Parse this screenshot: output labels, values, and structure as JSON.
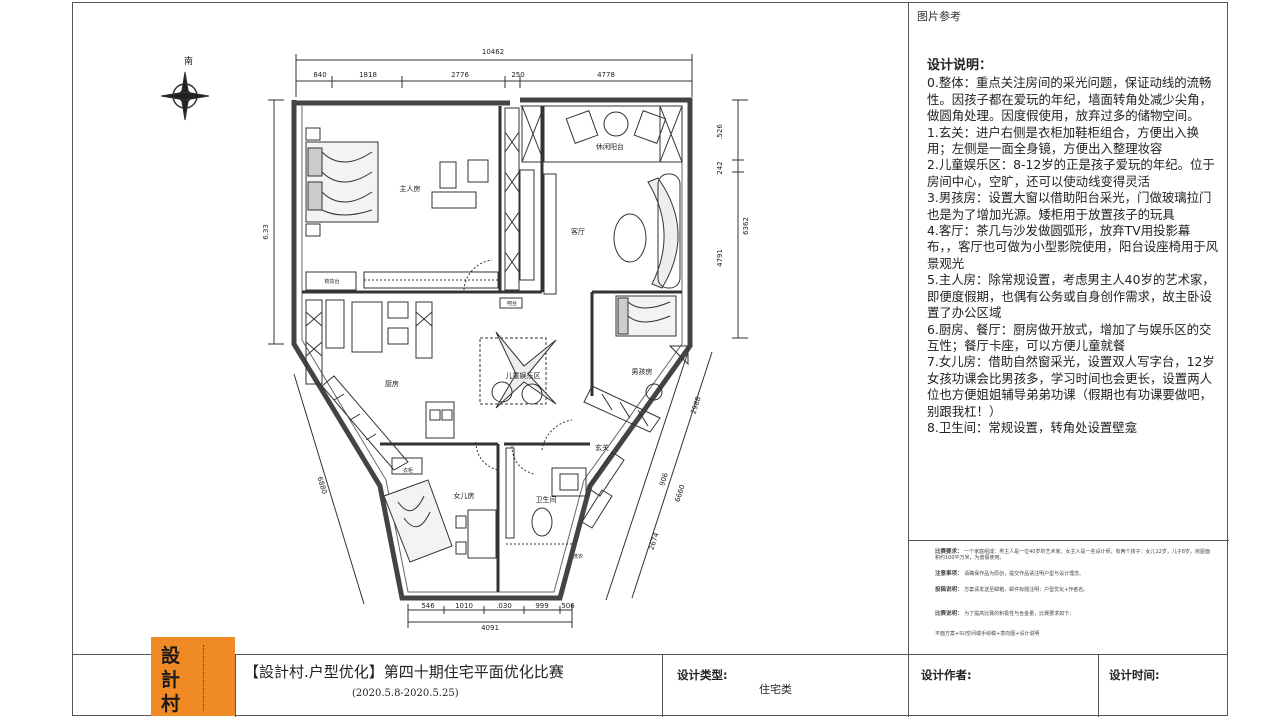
{
  "plan": {
    "north_label": "南",
    "dim_total_top": "10462",
    "dims_top": [
      "840",
      "1818",
      "2776",
      "250",
      "4778"
    ],
    "dim_left": "6.33",
    "dims_right": [
      ".526",
      "242",
      "4791"
    ],
    "dim_right_total": "6362",
    "dim_lower_right_1": "2988",
    "dim_lower_right_2": "906",
    "dim_lower_right_3": "2674",
    "dim_lower_right_total": "6660",
    "dim_lower_left": "6880",
    "dims_bottom": [
      "546",
      "1010",
      ".030",
      "999",
      "506"
    ],
    "dim_bottom_total": "4091",
    "rooms": {
      "master": "主人房",
      "balcony": "休闲阳台",
      "living": "客厅",
      "kitchen": "厨房",
      "kids_play": "儿童娱乐区",
      "boy": "男孩房",
      "entry": "玄关",
      "girl": "女儿房",
      "bath": "卫生间",
      "dressing": "梳妆台",
      "small_1": "衣柜",
      "small_2": "吧台",
      "small_3": "洗衣"
    }
  },
  "right_panel": {
    "ref_label": "图片参考",
    "notes_title": "设计说明：",
    "notes": [
      "0.整体：重点关注房间的采光问题，保证动线的流畅性。因孩子都在爱玩的年纪，墙面转角处减少尖角，做圆角处理。因度假使用，放弃过多的储物空间。",
      "1.玄关：进户右侧是衣柜加鞋柜组合，方便出入换用；左侧是一面全身镜，方便出入整理妆容",
      "2.儿童娱乐区：8-12岁的正是孩子爱玩的年纪。位于房间中心，空旷，还可以使动线变得灵活",
      "3.男孩房：设置大窗以借助阳台采光，门做玻璃拉门也是为了增加光源。矮柜用于放置孩子的玩具",
      "4.客厅：茶几与沙发做圆弧形，放弃TV用投影幕布，，客厅也可做为小型影院使用，阳台设座椅用于风景观光",
      "5.主人房：除常规设置，考虑男主人40岁的艺术家，即便度假期，也偶有公务或自身创作需求，故主卧设置了办公区域",
      "6.厨房、餐厅：厨房做开放式，增加了与娱乐区的交互性；餐厅卡座，可以方便儿童就餐",
      "7.女儿房：借助自然窗采光，设置双人写字台，12岁女孩功课会比男孩多，学习时间也会更长，设置两人位也方便姐姐辅导弟弟功课（假期也有功课要做吧，别跟我杠！）",
      "8.卫生间：常规设置，转角处设置壁龛"
    ],
    "rules": {
      "requirement_label": "比赛要求：",
      "requirement_text": "一个家庭组成：男主人是一位40岁的艺术家，女主人是一名设计师，有两个孩子：女儿12岁，儿子8岁。房屋面积约100平方米，为度假使用。",
      "note_label": "注意事项：",
      "note_text": "请确保作品为原创，提交作品请注明户型与设计理念。",
      "submit_label": "投稿说明：",
      "submit_text": "方案请发送至邮箱，邮件标题注明：户型优化+作者名。",
      "explain_label": "比赛说明：",
      "explain_text": "为了提高比赛的积极性与含金量，比赛要求如下：",
      "bottom_line": "平面方案+SU空间或手绘稿+意向图+设计说明"
    }
  },
  "footer": {
    "logo_chars": [
      "設",
      "計",
      "村"
    ],
    "title": "【設計村.户型优化】第四十期住宅平面优化比赛",
    "date_range": "(2020.5.8-2020.5.25)",
    "type_label": "设计类型:",
    "type_value": "住宅类",
    "author_label": "设计作者:",
    "time_label": "设计时间:"
  },
  "colors": {
    "logo_orange": "#f08a24",
    "line": "#333333"
  }
}
